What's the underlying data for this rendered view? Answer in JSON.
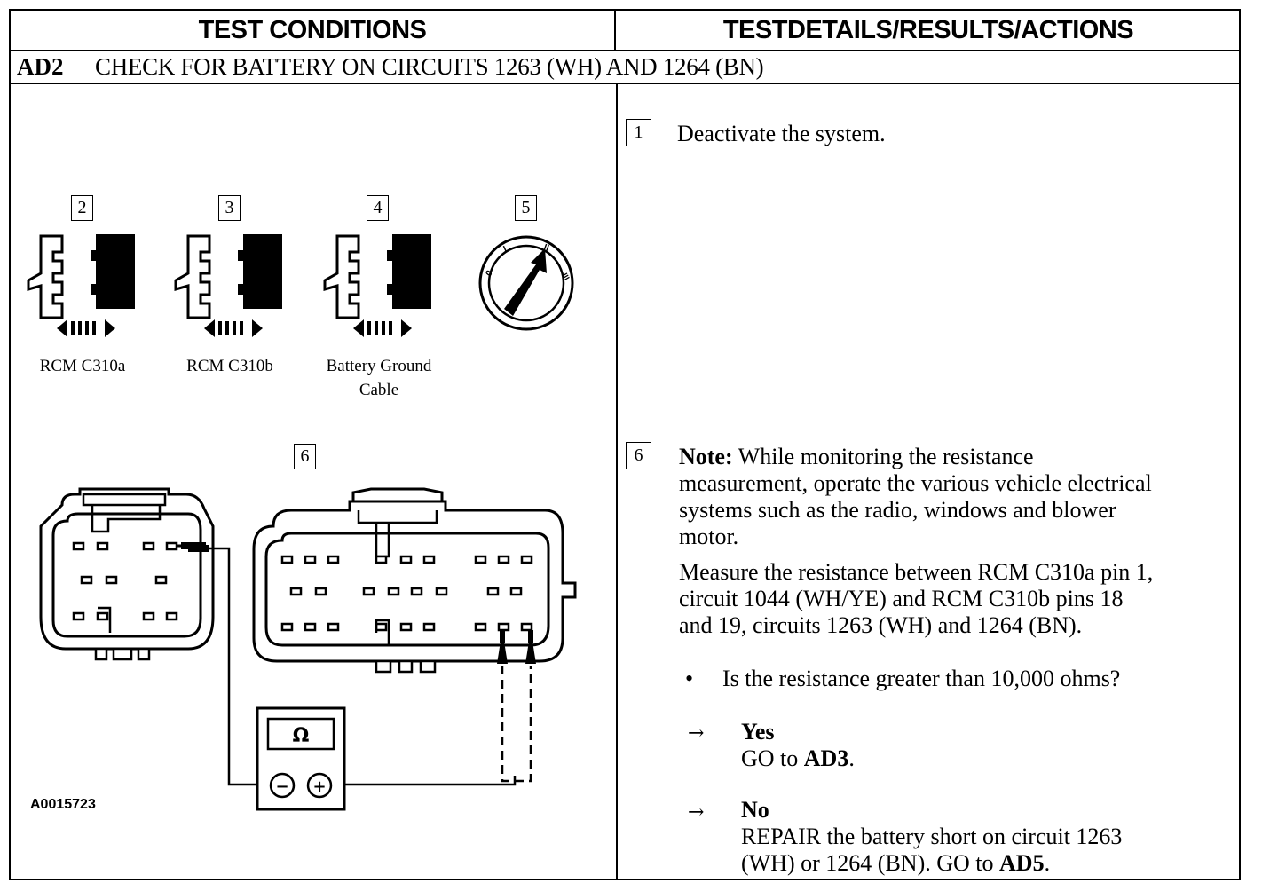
{
  "header": {
    "left_title": "TEST CONDITIONS",
    "right_title": "TESTDETAILS/RESULTS/ACTIONS"
  },
  "step": {
    "id": "AD2",
    "title": "CHECK FOR BATTERY ON CIRCUITS 1263 (WH) AND 1264 (BN)"
  },
  "figure": {
    "callouts": [
      "2",
      "3",
      "4",
      "5",
      "6"
    ],
    "connector_labels": [
      "RCM C310a",
      "RCM C310b",
      "Battery Ground",
      "Cable"
    ],
    "meter_symbol": "Ω",
    "meter_neg": "−",
    "meter_pos": "+",
    "figure_id": "A0015723",
    "ignition_marks": [
      "0",
      "I",
      "II",
      "III"
    ]
  },
  "details": {
    "step1": {
      "num": "1",
      "text": "Deactivate the system."
    },
    "step6": {
      "num": "6",
      "note_label": "Note:",
      "note_lines": [
        "While monitoring the resistance",
        "measurement, operate the various vehicle electrical",
        "systems such as the radio, windows and blower",
        "motor."
      ],
      "measure_lines": [
        "Measure the resistance between RCM C310a pin 1,",
        "circuit 1044 (WH/YE) and RCM C310b pins 18",
        "and 19, circuits 1263 (WH) and 1264 (BN)."
      ],
      "bullet": "•",
      "question": "Is the resistance greater than 10,000 ohms?",
      "arrow": "→",
      "yes_label": "Yes",
      "yes_go": "GO to",
      "yes_target": "AD3",
      "yes_end": ".",
      "no_label": "No",
      "no_line1": "REPAIR the battery short on circuit 1263",
      "no_line2": "(WH) or 1264 (BN). GO to",
      "no_target": "AD5",
      "no_end": "."
    }
  }
}
